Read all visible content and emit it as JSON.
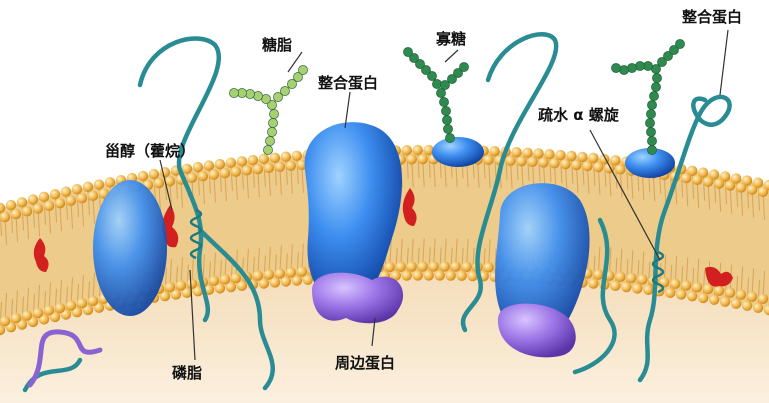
{
  "diagram": {
    "labels": {
      "glycolipid": "糖脂",
      "oligosaccharide": "寡糖",
      "integral_protein_top_right": "整合蛋白",
      "integral_protein_center": "整合蛋白",
      "sterol": "甾醇（藿烷）",
      "hydrophobic_helix": "疏水 α 螺旋",
      "phospholipid": "磷脂",
      "peripheral_protein": "周边蛋白"
    },
    "colors": {
      "background": "#ffffff",
      "cytoplasm": "#f6e3c6",
      "lipid_head": "#f0b64c",
      "lipid_tail": "#e3b36b",
      "integral_protein": "#2f74d8",
      "peripheral_protein": "#8a63d2",
      "protein_chain": "#2a8c93",
      "sugar_light": "#a8cf70",
      "sugar_dark": "#2f8a4f",
      "sterol": "#d21f1f"
    }
  }
}
